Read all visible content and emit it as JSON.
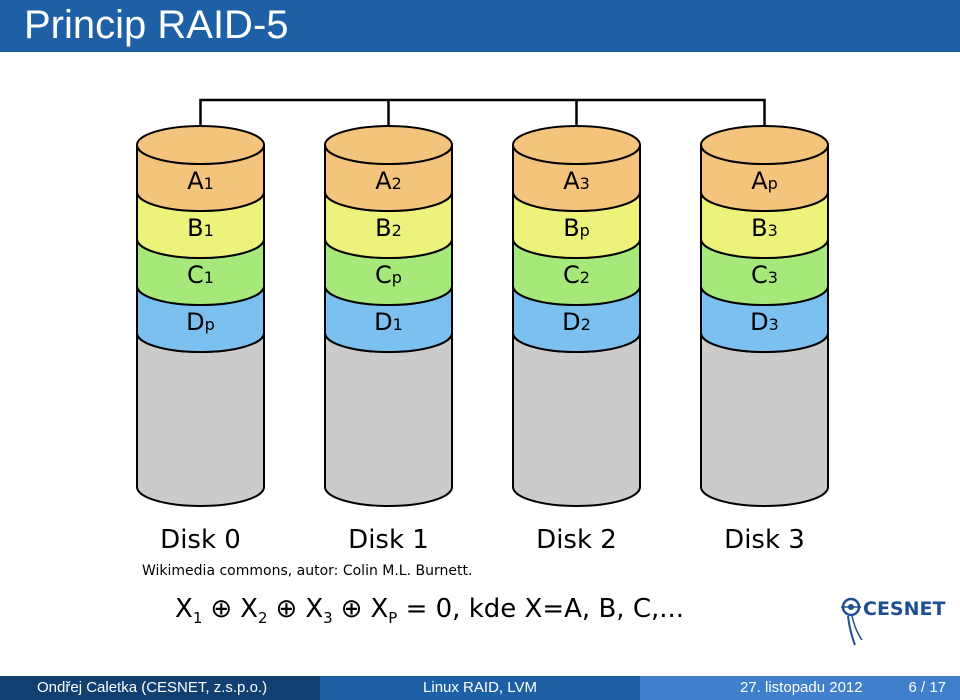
{
  "slide": {
    "title": "Princip RAID-5",
    "credit": "Wikimedia commons, autor: Colin M.L. Burnett."
  },
  "diagram": {
    "disks": [
      {
        "label": "Disk 0",
        "blocks": [
          {
            "main": "A",
            "sub": "1"
          },
          {
            "main": "B",
            "sub": "1"
          },
          {
            "main": "C",
            "sub": "1"
          },
          {
            "main": "D",
            "sub": "p"
          }
        ]
      },
      {
        "label": "Disk 1",
        "blocks": [
          {
            "main": "A",
            "sub": "2"
          },
          {
            "main": "B",
            "sub": "2"
          },
          {
            "main": "C",
            "sub": "p"
          },
          {
            "main": "D",
            "sub": "1"
          }
        ]
      },
      {
        "label": "Disk 2",
        "blocks": [
          {
            "main": "A",
            "sub": "3"
          },
          {
            "main": "B",
            "sub": "p"
          },
          {
            "main": "C",
            "sub": "2"
          },
          {
            "main": "D",
            "sub": "2"
          }
        ]
      },
      {
        "label": "Disk 3",
        "blocks": [
          {
            "main": "A",
            "sub": "p"
          },
          {
            "main": "B",
            "sub": "3"
          },
          {
            "main": "C",
            "sub": "3"
          },
          {
            "main": "D",
            "sub": "3"
          }
        ]
      }
    ],
    "stripe_colors": {
      "A": "#f5c47c",
      "B": "#ecf27a",
      "C": "#a6e97a",
      "D": "#7cc0f0",
      "empty": "#cbcbcb"
    }
  },
  "formula": {
    "x1": "X",
    "x1_sub": "1",
    "op1": "⊕",
    "x2": "X",
    "x2_sub": "2",
    "op2": "⊕",
    "x3": "X",
    "x3_sub": "3",
    "op3": "⊕",
    "xp": "X",
    "xp_sub": "P",
    "rest": "= 0, kde X=A, B, C,..."
  },
  "logo": {
    "text": "CESNET",
    "color": "#1e4f91"
  },
  "footer": {
    "author": "Ondřej Caletka (CESNET, z.s.p.o.)",
    "topic": "Linux RAID, LVM",
    "date": "27. listopadu 2012",
    "page": "6 / 17"
  }
}
